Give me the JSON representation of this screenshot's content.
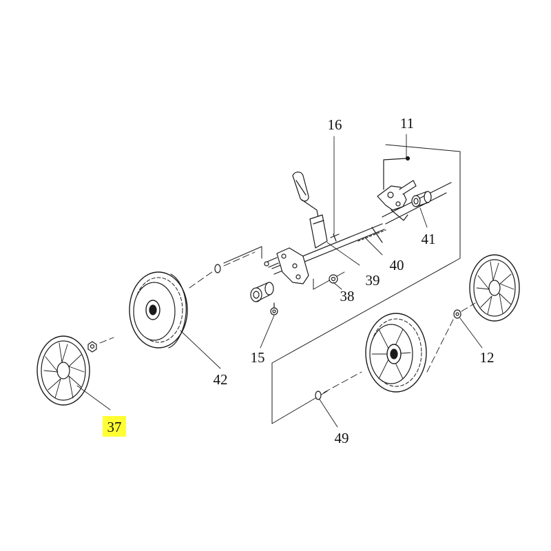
{
  "diagram": {
    "colors": {
      "line": "#1a1a1a",
      "highlight": "#ffff33",
      "background": "#ffffff"
    },
    "callouts": [
      {
        "id": "16",
        "label": "16"
      },
      {
        "id": "11",
        "label": "11"
      },
      {
        "id": "41",
        "label": "41"
      },
      {
        "id": "40",
        "label": "40"
      },
      {
        "id": "39",
        "label": "39"
      },
      {
        "id": "38",
        "label": "38"
      },
      {
        "id": "15",
        "label": "15"
      },
      {
        "id": "42",
        "label": "42"
      },
      {
        "id": "12",
        "label": "12"
      },
      {
        "id": "49",
        "label": "49"
      },
      {
        "id": "37",
        "label": "37",
        "highlighted": true
      }
    ]
  }
}
